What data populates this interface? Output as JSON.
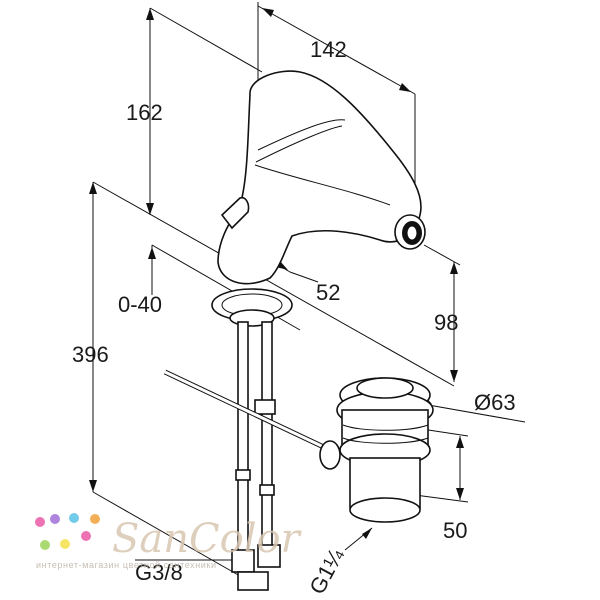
{
  "dimensions": {
    "width_142": "142",
    "height_162": "162",
    "reach_52": "52",
    "lift_0_40": "0-40",
    "total_396": "396",
    "spout_98": "98",
    "diameter_63": "Ø63",
    "waste_50": "50",
    "thread_g38": "G3/8",
    "thread_g114": "G1¼"
  },
  "watermark": {
    "brand": "SanColor",
    "tagline": "интернет-магазин цветной сантехники"
  },
  "colors": {
    "line": "#111111",
    "dots": [
      "#e95aa8",
      "#a06fd8",
      "#f2a23c",
      "#5bc2e7",
      "#9cd35a",
      "#f5e04a"
    ]
  }
}
